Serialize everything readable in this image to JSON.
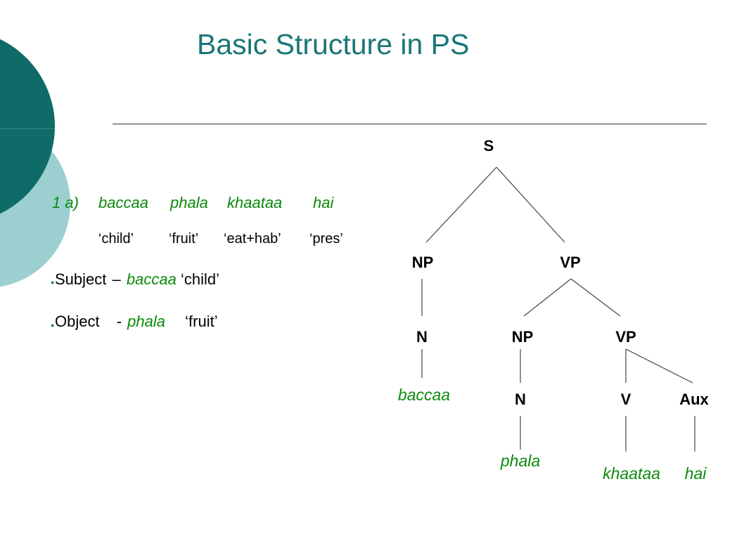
{
  "slide": {
    "title": "Basic Structure in PS",
    "example": {
      "number": "1 a)",
      "words": [
        "baccaa",
        "phala",
        "khaataa",
        "hai"
      ],
      "glosses": [
        "‘child’",
        "‘fruit’",
        "‘eat+hab’",
        "‘pres’"
      ]
    },
    "bullets": [
      {
        "label": "Subject",
        "separator": "–",
        "word": "baccaa",
        "gloss": "‘child’"
      },
      {
        "label": "Object",
        "separator": "-",
        "word": "phala",
        "gloss": "‘fruit’"
      }
    ]
  },
  "tree": {
    "S": "S",
    "NP1": "NP",
    "VP1": "VP",
    "N1": "N",
    "NP2": "NP",
    "VP2": "VP",
    "N2": "N",
    "V": "V",
    "Aux": "Aux",
    "leaf_baccaa": "baccaa",
    "leaf_phala": "phala",
    "leaf_khaataa": "khaataa",
    "leaf_hai": "hai"
  },
  "colors": {
    "title": "#1a7676",
    "italic_words": "#0a8a0a",
    "decor_dark": "#0e6b67",
    "decor_light": "#9ccfd0"
  }
}
